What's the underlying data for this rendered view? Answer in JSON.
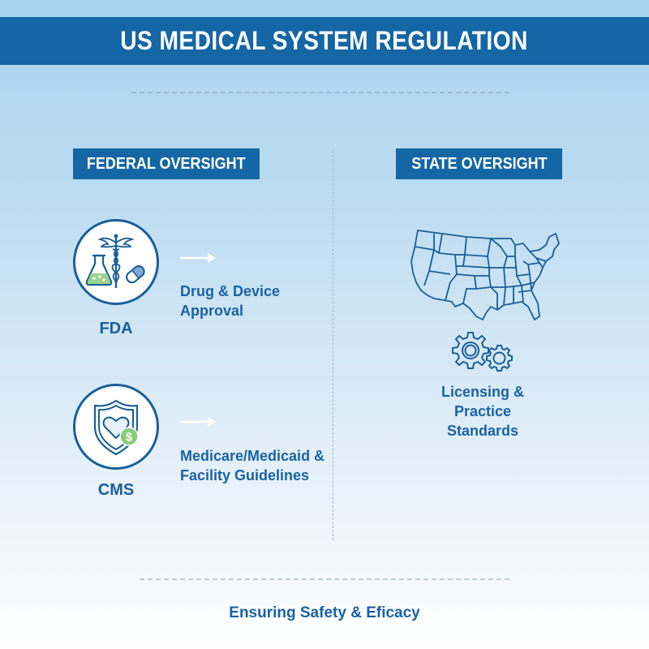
{
  "header": {
    "title": "US MEDICAL SYSTEM REGULATION"
  },
  "federal": {
    "label": "FEDERAL OVERSIGHT",
    "agencies": [
      {
        "name": "FDA",
        "icon": "caduceus-flask-pill-icon",
        "description_line1": "Drug & Device",
        "description_line2": "Approval"
      },
      {
        "name": "CMS",
        "icon": "shield-heart-dollar-icon",
        "description_line1": "Medicare/Medicaid &",
        "description_line2": "Facility Guidelines"
      }
    ]
  },
  "state": {
    "label": "STATE OVERSIGHT",
    "map_icon": "us-states-map-icon",
    "gears_icon": "gears-icon",
    "description_line1": "Licensing &",
    "description_line2": "Practice",
    "description_line3": "Standards"
  },
  "footer": {
    "tagline": "Ensuring Safety & Eficacy"
  },
  "colors": {
    "primary_blue": "#1466a5",
    "text_blue": "#1a62a3",
    "accent_green": "#8ccb7a",
    "background_top": "#a8d3ee",
    "background_bottom": "#ffffff"
  }
}
